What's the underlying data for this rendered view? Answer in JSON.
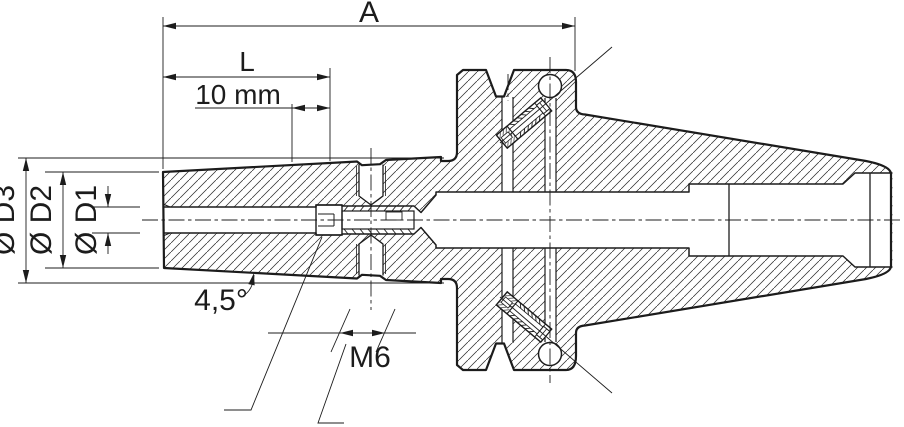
{
  "drawing": {
    "labels": {
      "overall_length": "A",
      "clamping_length": "L",
      "insertion_depth": "10 mm",
      "diameter_d3": "Ø D3",
      "diameter_d2": "Ø D2",
      "diameter_d1": "Ø D1",
      "taper_angle": "4,5°",
      "thread_size": "M6"
    },
    "colors": {
      "line": "#1c1c1c",
      "background": "#ffffff"
    }
  }
}
